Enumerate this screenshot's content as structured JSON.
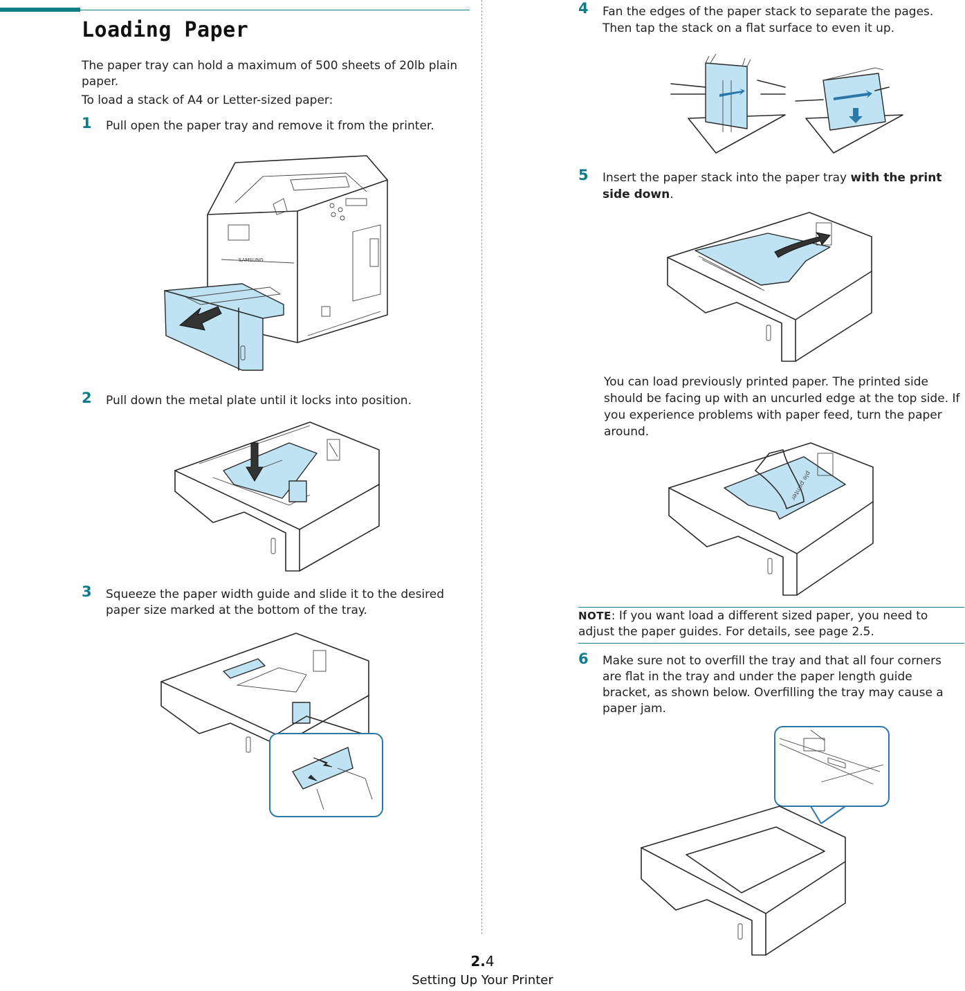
{
  "heading": "Loading Paper",
  "intro": [
    "The paper tray can hold a maximum of 500 sheets of 20lb plain paper.",
    "To load a stack of A4 or Letter-sized paper:"
  ],
  "steps": [
    {
      "num": "1",
      "text": "Pull open the paper tray and remove it from the printer."
    },
    {
      "num": "2",
      "text": "Pull down the metal plate until it locks into position."
    },
    {
      "num": "3",
      "text": "Squeeze the paper width guide and slide it to the desired paper size marked at the bottom of the tray."
    },
    {
      "num": "4",
      "text": "Fan the edges of the paper stack to separate the pages. Then tap the stack on a flat surface to even it up."
    },
    {
      "num": "5",
      "text_before": "Insert the paper stack into the paper tray ",
      "text_bold": "with the print side down",
      "text_after": "."
    },
    {
      "num": "6",
      "text": "Make sure not to overfill the tray and that all four corners are flat in the tray and under the paper length guide bracket, as shown below. Overfilling the tray may cause a paper jam."
    }
  ],
  "step5_note": "You can load previously printed paper. The printed side should be facing up with an uncurled edge at the top side. If you experience problems with paper feed, turn the paper around.",
  "note": {
    "label": "NOTE",
    "text": ": If you want load a different sized paper, you need to adjust the paper guides. For details, see page 2.5."
  },
  "footer": {
    "page_major": "2.",
    "page_minor": "4",
    "chapter": "Setting Up Your Printer"
  },
  "printer_brand": "SAMSUNG",
  "paper_mark": "ple printer",
  "colors": {
    "accent": "#0f7c8a",
    "illustration_blue": "#bfe3f2",
    "arrow_blue": "#2b77a8"
  }
}
